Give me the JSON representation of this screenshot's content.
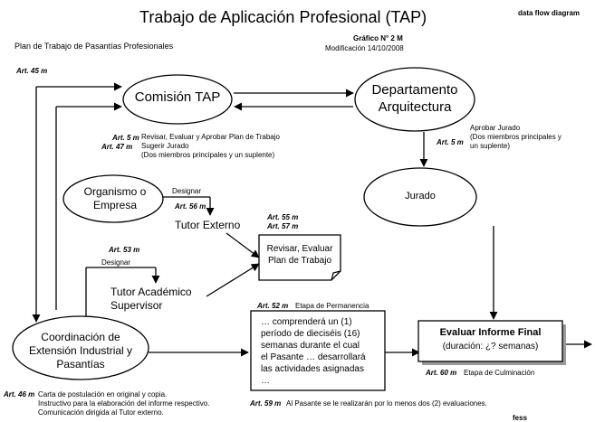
{
  "header": {
    "title": "Trabajo de Aplicación Profesional (TAP)",
    "diagram_type": "data flow diagram",
    "subtitle": "Plan de Trabajo de Pasantías Profesionales",
    "grafico": "Gráfico N° 2 M",
    "modificacion": "Modificación 14/10/2008"
  },
  "nodes": {
    "comision": "Comisión TAP",
    "departamento_1": "Departamento",
    "departamento_2": "Arquitectura",
    "jurado": "Jurado",
    "organismo_1": "Organismo o",
    "organismo_2": "Empresa",
    "tutor_externo": "Tutor Externo",
    "tutor_academico_1": "Tutor Académico",
    "tutor_academico_2": "Supervisor",
    "coordinacion_1": "Coordinación de",
    "coordinacion_2": "Extensión Industrial y",
    "coordinacion_2b": "Pasantías",
    "revisar_doc_1": "Revisar, Evaluar",
    "revisar_doc_2": "Plan de Trabajo",
    "permanencia_1": "… comprenderá un (1)",
    "permanencia_2": "período de dieciséis (16)",
    "permanencia_3": "semanas durante el cual",
    "permanencia_4": "el Pasante … desarrollará",
    "permanencia_5": "las actividades asignadas",
    "permanencia_6": "…",
    "evaluar_title": "Evaluar Informe Final",
    "evaluar_sub": "(duración: ¿? semanas)"
  },
  "annotations": {
    "art45": "Art. 45 m",
    "art5a": "Art. 5 m",
    "art47": "Art. 47 m",
    "revisar_1": "Revisar, Evaluar y Aprobar Plan de Trabajo",
    "revisar_2": "Sugerir Jurado",
    "revisar_3": "(Dos miembros principales y un suplente)",
    "art5b": "Art. 5 m",
    "aprobar_1": "Aprobar Jurado",
    "aprobar_2": "(Dos miembros principales y",
    "aprobar_3": "un suplente)",
    "designar_1": "Designar",
    "art56": "Art. 56 m",
    "art55": "Art. 55 m",
    "art57": "Art. 57 m",
    "art53": "Art. 53 m",
    "designar_2": "Designar",
    "art52": "Art. 52 m",
    "etapa_permanencia": "Etapa de Permanencia",
    "art60": "Art. 60 m",
    "etapa_culminacion": "Etapa de Culminación",
    "art46": "Art. 46 m",
    "carta_1": "Carta de postulación en original y copia.",
    "carta_2": "Instructivo para la elaboración del informe respectivo.",
    "carta_3": "Comunicación dirigida al Tutor externo.",
    "art59": "Art. 59 m",
    "evaluaciones": "Al Pasante se le realizarán por lo menos dos (2) evaluaciones."
  },
  "footer": {
    "signature": "fess"
  }
}
